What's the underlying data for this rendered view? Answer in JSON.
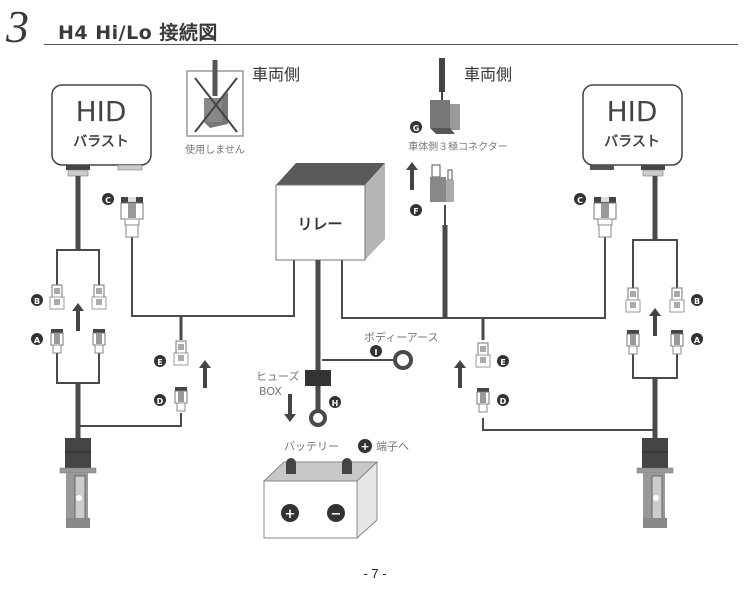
{
  "header": {
    "section_number": "3",
    "title": "H4 Hi/Lo  接続図"
  },
  "labels": {
    "vehicle_side_left": "車両側",
    "vehicle_side_right": "車両側",
    "not_used": "使用しません",
    "body_3pin_connector": "車体側３極コネクター",
    "relay": "リレー",
    "ballast_left_line1": "HID",
    "ballast_left_line2": "バラスト",
    "ballast_right_line1": "HID",
    "ballast_right_line2": "バラスト",
    "body_earth": "ボディーアース",
    "fuse_line1": "ヒューズ",
    "fuse_line2": "BOX",
    "battery_prefix": "バッテリー",
    "battery_suffix": "端子へ",
    "plus_symbol": "+",
    "minus_symbol": "−"
  },
  "markers": {
    "A": "A",
    "B": "B",
    "C": "C",
    "D": "D",
    "E": "E",
    "F": "F",
    "G": "G",
    "H": "H",
    "I": "I"
  },
  "colors": {
    "wire_dark": "#4a4a4a",
    "wire_thin": "#555555",
    "connector_grey": "#888888",
    "box_border": "#666666",
    "relay_top": "#5a5a5a",
    "relay_side": "#b5b5b5",
    "marker_fill": "#333333",
    "label_grey": "#777777"
  },
  "footer": {
    "page_number": "- 7 -"
  }
}
